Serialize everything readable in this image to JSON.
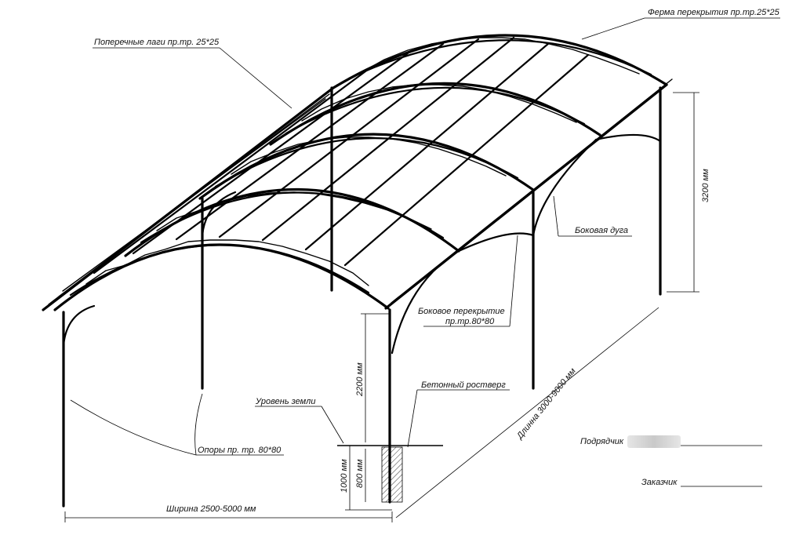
{
  "labels": {
    "truss": "Ферма перекрытия пр.тр.25*25",
    "purlins": "Поперечные лаги пр.тр. 25*25",
    "side_arch": "Боковая дуга",
    "side_beam_line1": "Боковое перекрытие",
    "side_beam_line2": "пр.тр.80*80",
    "ground_level": "Уровень земли",
    "concrete_footing": "Бетонный ростверг",
    "posts": "Опоры пр. тр. 80*80",
    "width": "Ширина 2500-5000 мм",
    "length": "Длинна 3000-9000 мм",
    "contractor": "Подрядчик",
    "customer": "Заказчик"
  },
  "dimensions": {
    "height_total": "3200 мм",
    "height_post": "2200 мм",
    "depth_footing": "800 мм",
    "depth_total": "1000 мм"
  },
  "colors": {
    "lines": "#000000",
    "background": "#ffffff",
    "blurred_name": "#cccccc"
  }
}
